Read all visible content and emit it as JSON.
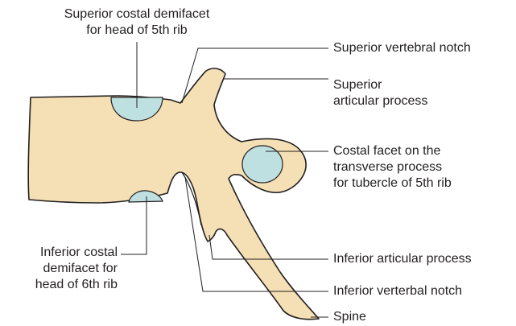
{
  "colors": {
    "bone": "#f5dfb4",
    "facet": "#bfe0e0",
    "outline": "#231f20",
    "leader": "#231f20",
    "text": "#231f20"
  },
  "labels": {
    "superior_costal_demifacet": [
      "Superior costal demifacet",
      "for head of 5th rib"
    ],
    "superior_vertebral_notch": [
      "Superior vertebral notch"
    ],
    "superior_articular_process": [
      "Superior",
      "articular process"
    ],
    "costal_facet_transverse": [
      "Costal facet on the",
      "transverse process",
      "for tubercle of 5th rib"
    ],
    "inferior_costal_demifacet": [
      "Inferior costal",
      "demifacet for",
      "head of 6th rib"
    ],
    "inferior_articular_process": [
      "Inferior articular process"
    ],
    "inferior_vertebral_notch": [
      "Inferior verterbal notch"
    ],
    "spine": [
      "Spine"
    ]
  }
}
